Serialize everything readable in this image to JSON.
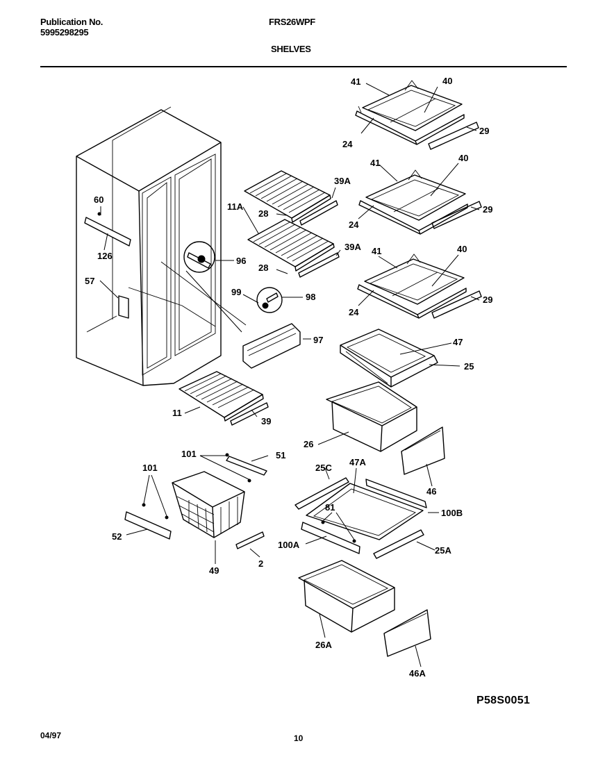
{
  "header": {
    "publication_label": "Publication No.",
    "publication_number": "5995298295",
    "model": "FRS26WPF",
    "section": "SHELVES"
  },
  "footer": {
    "drawing_code": "P58S0051",
    "date": "04/97",
    "page_number": "10"
  },
  "callouts": {
    "c41a": "41",
    "c40a": "40",
    "c24a": "24",
    "c29a": "29",
    "c41b": "41",
    "c40b": "40",
    "c24b": "24",
    "c29b": "29",
    "c41c": "41",
    "c40c": "40",
    "c24c": "24",
    "c29c": "29",
    "c11A": "11A",
    "c28a": "28",
    "c39Aa": "39A",
    "c28b": "28",
    "c39Ab": "39A",
    "c60": "60",
    "c126": "126",
    "c57": "57",
    "c96a": "96",
    "c99": "99",
    "c98": "98",
    "c97": "97",
    "c47": "47",
    "c25": "25",
    "c11": "11",
    "c39": "39",
    "c26": "26",
    "c46": "46",
    "c101a": "101",
    "c51": "51",
    "c101b": "101",
    "c52": "52",
    "c49": "49",
    "c2": "2",
    "c25C": "25C",
    "c47A": "47A",
    "c81": "81",
    "c100B": "100B",
    "c100A": "100A",
    "c25A": "25A",
    "c26A": "26A",
    "c46A": "46A"
  }
}
